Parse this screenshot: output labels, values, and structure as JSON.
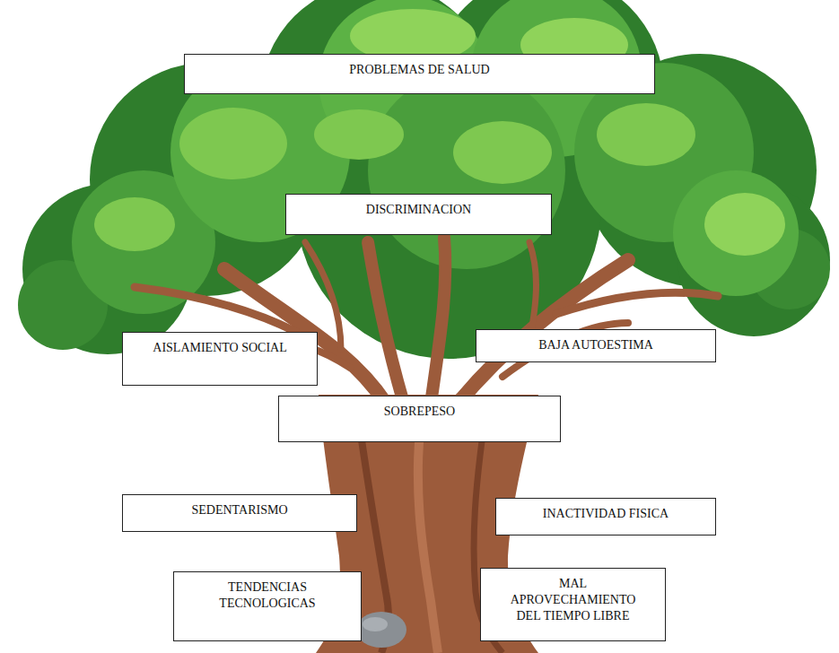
{
  "diagram": {
    "nodes": [
      {
        "text": [
          "PROBLEMAS DE SALUD"
        ]
      },
      {
        "text": [
          "DISCRIMINACION"
        ]
      },
      {
        "text": [
          "AISLAMIENTO SOCIAL"
        ]
      },
      {
        "text": [
          "BAJA AUTOESTIMA"
        ]
      },
      {
        "text": [
          "SOBREPESO"
        ]
      },
      {
        "text": [
          "SEDENTARISMO"
        ]
      },
      {
        "text": [
          "INACTIVIDAD FISICA"
        ]
      },
      {
        "text": [
          "TENDENCIAS TECNOLOGICAS"
        ]
      },
      {
        "text": [
          "MAL APROVECHAMIENTO DEL TIEMPO LIBRE"
        ]
      }
    ]
  }
}
